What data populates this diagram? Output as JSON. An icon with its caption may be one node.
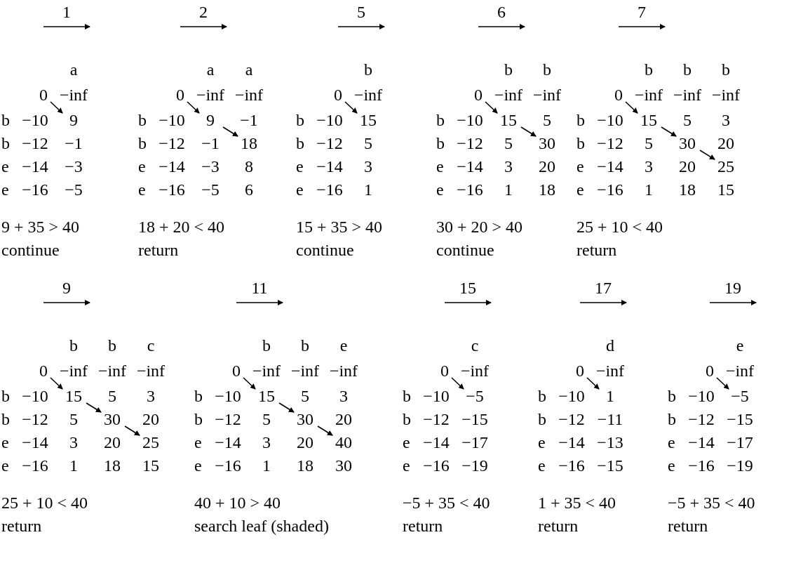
{
  "diagram": {
    "labels": [
      "1",
      "a",
      "0",
      "−inf",
      "b",
      "−10",
      "9",
      "b",
      "−12",
      "−1",
      "e",
      "−14",
      "−3",
      "e",
      "−16",
      "−5",
      "9 + 35 > 40",
      "continue",
      "2",
      "a",
      "a",
      "0",
      "−inf",
      "−inf",
      "b",
      "−10",
      "9",
      "−1",
      "b",
      "−12",
      "−1",
      "18",
      "e",
      "−14",
      "−3",
      "8",
      "e",
      "−16",
      "−5",
      "6",
      "18 + 20 < 40",
      "return",
      "5",
      "b",
      "0",
      "−inf",
      "b",
      "−10",
      "15",
      "b",
      "−12",
      "5",
      "e",
      "−14",
      "3",
      "e",
      "−16",
      "1",
      "15 + 35 > 40",
      "continue",
      "6",
      "b",
      "b",
      "0",
      "−inf",
      "−inf",
      "b",
      "−10",
      "15",
      "5",
      "b",
      "−12",
      "5",
      "30",
      "e",
      "−14",
      "3",
      "20",
      "e",
      "−16",
      "1",
      "18",
      "30 + 20 > 40",
      "continue",
      "7",
      "b",
      "b",
      "b",
      "0",
      "−inf",
      "−inf",
      "−inf",
      "b",
      "−10",
      "15",
      "5",
      "3",
      "b",
      "−12",
      "5",
      "30",
      "20",
      "e",
      "−14",
      "3",
      "20",
      "25",
      "e",
      "−16",
      "1",
      "18",
      "15",
      "25 + 10 < 40",
      "return",
      "9",
      "b",
      "b",
      "c",
      "0",
      "−inf",
      "−inf",
      "−inf",
      "b",
      "−10",
      "15",
      "5",
      "3",
      "b",
      "−12",
      "5",
      "30",
      "20",
      "e",
      "−14",
      "3",
      "20",
      "25",
      "e",
      "−16",
      "1",
      "18",
      "15",
      "25 + 10 < 40",
      "return",
      "11",
      "b",
      "b",
      "e",
      "0",
      "−inf",
      "−inf",
      "−inf",
      "b",
      "−10",
      "15",
      "5",
      "3",
      "b",
      "−12",
      "5",
      "30",
      "20",
      "e",
      "−14",
      "3",
      "20",
      "40",
      "e",
      "−16",
      "1",
      "18",
      "30",
      "40 + 10 > 40",
      "search leaf (shaded)",
      "15",
      "c",
      "0",
      "−inf",
      "b",
      "−10",
      "−5",
      "b",
      "−12",
      "−15",
      "e",
      "−14",
      "−17",
      "e",
      "−16",
      "−19",
      "−5 + 35 < 40",
      "return",
      "17",
      "d",
      "0",
      "−inf",
      "b",
      "−10",
      "1",
      "b",
      "−12",
      "−11",
      "e",
      "−14",
      "−13",
      "e",
      "−16",
      "−15",
      "1 + 35 < 40",
      "return",
      "19",
      "e",
      "0",
      "−inf",
      "b",
      "−10",
      "−5",
      "b",
      "−12",
      "−15",
      "e",
      "−14",
      "−17",
      "e",
      "−16",
      "−19",
      "−5 + 35 < 40",
      "return"
    ]
  }
}
